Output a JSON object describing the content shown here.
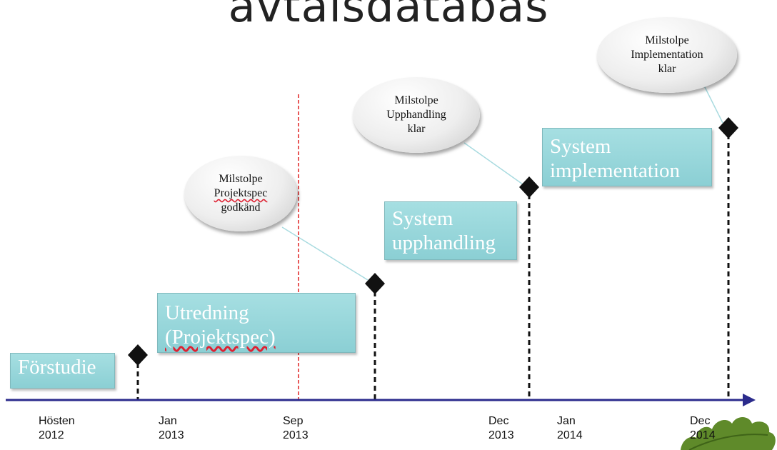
{
  "title": "avtalsdatabas",
  "phases": [
    {
      "lines": [
        "Förstudie"
      ]
    },
    {
      "lines": [
        "Utredning",
        "(Projektspec)"
      ]
    },
    {
      "lines": [
        "System",
        "upphandling"
      ]
    },
    {
      "lines": [
        "System",
        "implementation"
      ]
    }
  ],
  "milestones": [
    {
      "lines": [
        "Milstolpe",
        "Projektspec",
        "godkänd"
      ]
    },
    {
      "lines": [
        "Milstolpe",
        "Upphandling",
        "klar"
      ]
    },
    {
      "lines": [
        "Milstolpe",
        "Implementation",
        "klar"
      ]
    }
  ],
  "timeline_ticks": [
    {
      "line1": "Hösten",
      "line2": "2012"
    },
    {
      "line1": "Jan",
      "line2": "2013"
    },
    {
      "line1": "Sep",
      "line2": "2013"
    },
    {
      "line1": "Dec",
      "line2": "2013"
    },
    {
      "line1": "Jan",
      "line2": "2014"
    },
    {
      "line1": "Dec",
      "line2": "2014"
    }
  ],
  "colors": {
    "axis": "#2b2b8c",
    "phase_fill": "#95d4d8",
    "today_marker": "#e02020",
    "diamond": "#111111",
    "leaf": "#5f8a2a"
  }
}
